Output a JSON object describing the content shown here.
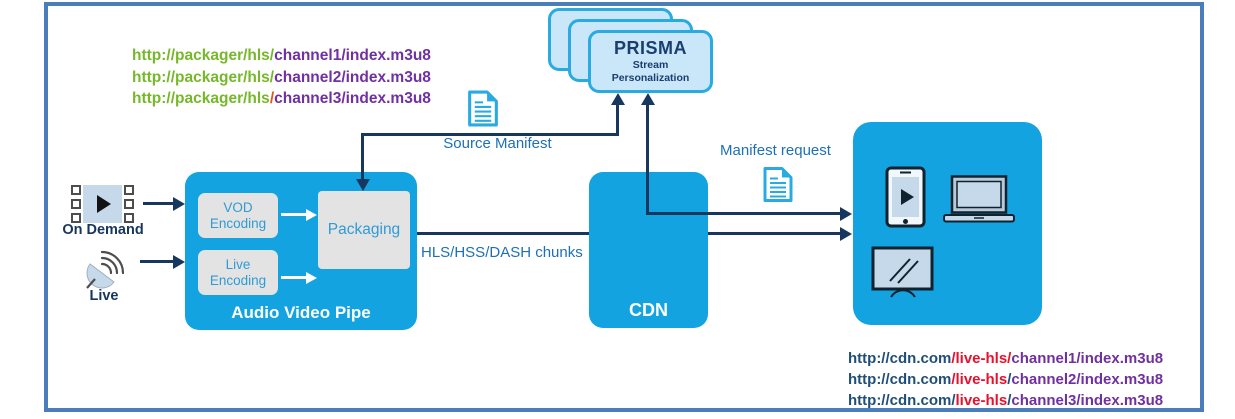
{
  "colors": {
    "green": "#76b82a",
    "purple": "#7030a0",
    "orange": "#e2551f",
    "navy": "#1f4e79",
    "red": "#e8112d",
    "box_blue": "#14a3e1",
    "prisma_fill": "#c9e7f8",
    "prisma_border": "#29abe2",
    "label_blue": "#1d70b7",
    "arrow_navy": "#17375e"
  },
  "top_urls": {
    "lines": [
      [
        {
          "t": "http://packager/hls/",
          "c": "green"
        },
        {
          "t": "channel1/index.m3u8",
          "c": "purple"
        }
      ],
      [
        {
          "t": "http://packager/hls/",
          "c": "green"
        },
        {
          "t": "channel2/index.m3u8",
          "c": "purple"
        }
      ],
      [
        {
          "t": "http://packager/hls",
          "c": "green"
        },
        {
          "t": "/",
          "c": "orange"
        },
        {
          "t": "channel3/index.m3u8",
          "c": "purple"
        }
      ]
    ]
  },
  "bottom_urls": {
    "lines": [
      [
        {
          "t": "http://cdn.com",
          "c": "navy"
        },
        {
          "t": "/live-hls/",
          "c": "red"
        },
        {
          "t": "channel1/index.m3u8",
          "c": "purple"
        }
      ],
      [
        {
          "t": "http://cdn.com",
          "c": "navy"
        },
        {
          "t": "/live-hls",
          "c": "red"
        },
        {
          "t": "/",
          "c": "navy"
        },
        {
          "t": "channel2/index.m3u8",
          "c": "purple"
        }
      ],
      [
        {
          "t": "http://cdn.com/",
          "c": "navy"
        },
        {
          "t": "live-hls",
          "c": "red"
        },
        {
          "t": "/",
          "c": "navy"
        },
        {
          "t": "channel3/index.m3u8",
          "c": "purple"
        }
      ]
    ]
  },
  "prisma": {
    "title": "PRISMA",
    "subtitle_line1": "Stream",
    "subtitle_line2": "Personalization"
  },
  "avp": {
    "title": "Audio Video Pipe",
    "vod_label": "VOD Encoding",
    "live_label": "Live Encoding",
    "packaging_label": "Packaging"
  },
  "cdn": {
    "title": "CDN"
  },
  "labels": {
    "source_manifest": "Source Manifest",
    "manifest_request": "Manifest request",
    "chunks": "HLS/HSS/DASH chunks"
  },
  "sources": {
    "on_demand": "On Demand",
    "live": "Live"
  }
}
